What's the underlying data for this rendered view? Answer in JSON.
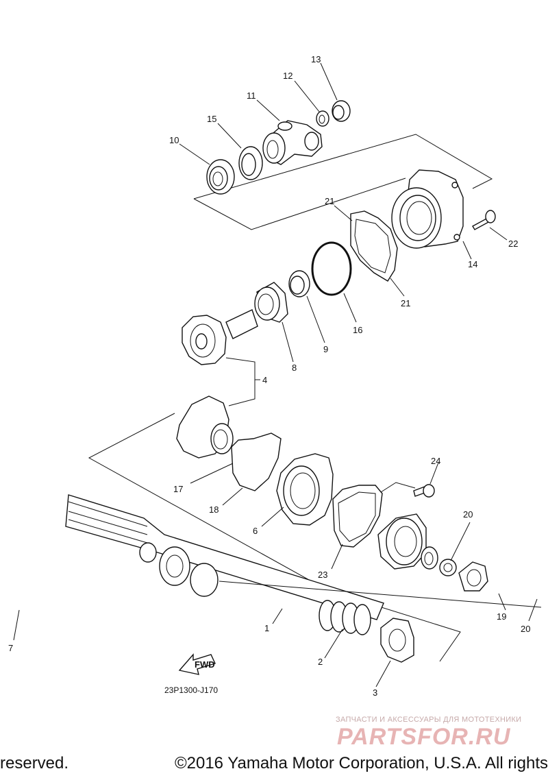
{
  "labels": {
    "p1": "1",
    "p2": "2",
    "p3": "3",
    "p4": "4",
    "p6": "6",
    "p7": "7",
    "p8": "8",
    "p9": "9",
    "p10": "10",
    "p11": "11",
    "p12": "12",
    "p13": "13",
    "p14": "14",
    "p15": "15",
    "p16": "16",
    "p17": "17",
    "p18": "18",
    "p19": "19",
    "p20a": "20",
    "p20b": "20",
    "p21a": "21",
    "p21b": "21",
    "p22": "22",
    "p23": "23",
    "p24": "24"
  },
  "diagram_code": "23P1300-J170",
  "fwd_label": "FWD",
  "watermark": {
    "tagline": "ЗАПЧАСТИ И АКСЕССУАРЫ ДЛЯ МОТОТЕХНИКИ",
    "logo": "PARTSFOR.RU"
  },
  "footer": {
    "left": "reserved.",
    "right": "©2016 Yamaha Motor Corporation, U.S.A. All rights"
  },
  "colors": {
    "line": "#111111",
    "watermark": "#e7b4b4"
  }
}
